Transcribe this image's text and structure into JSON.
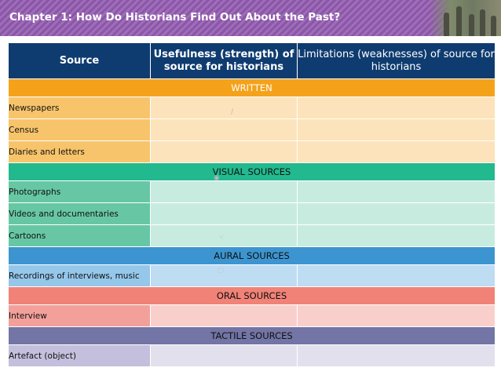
{
  "header": {
    "title": "Chapter 1: How Do Historians Find Out About the Past?"
  },
  "table": {
    "columns": [
      "Source",
      "Usefulness (strength) of source for historians",
      "Limitations (weaknesses) of source for historians"
    ],
    "sections": [
      {
        "title": "WRITTEN",
        "rows": [
          "Newspapers",
          "Census",
          "Diaries and letters"
        ]
      },
      {
        "title": "VISUAL SOURCES",
        "rows": [
          "Photographs",
          "Videos and documentaries",
          "Cartoons"
        ]
      },
      {
        "title": "AURAL SOURCES",
        "rows": [
          "Recordings of interviews, music"
        ]
      },
      {
        "title": "ORAL SOURCES",
        "rows": [
          "Interview"
        ]
      },
      {
        "title": "TACTILE SOURCES",
        "rows": [
          "Artefact (object)"
        ]
      }
    ]
  },
  "colors": {
    "header_bg": "#0f3c70",
    "written": "#f5a21b",
    "visual": "#22b98e",
    "aural": "#3c95d0",
    "oral": "#f18277",
    "tactile": "#7375a6",
    "banner": "#8a56a6"
  },
  "icons": [
    "pencil-icon",
    "eye-icon",
    "hand-icon",
    "ear-icon"
  ]
}
